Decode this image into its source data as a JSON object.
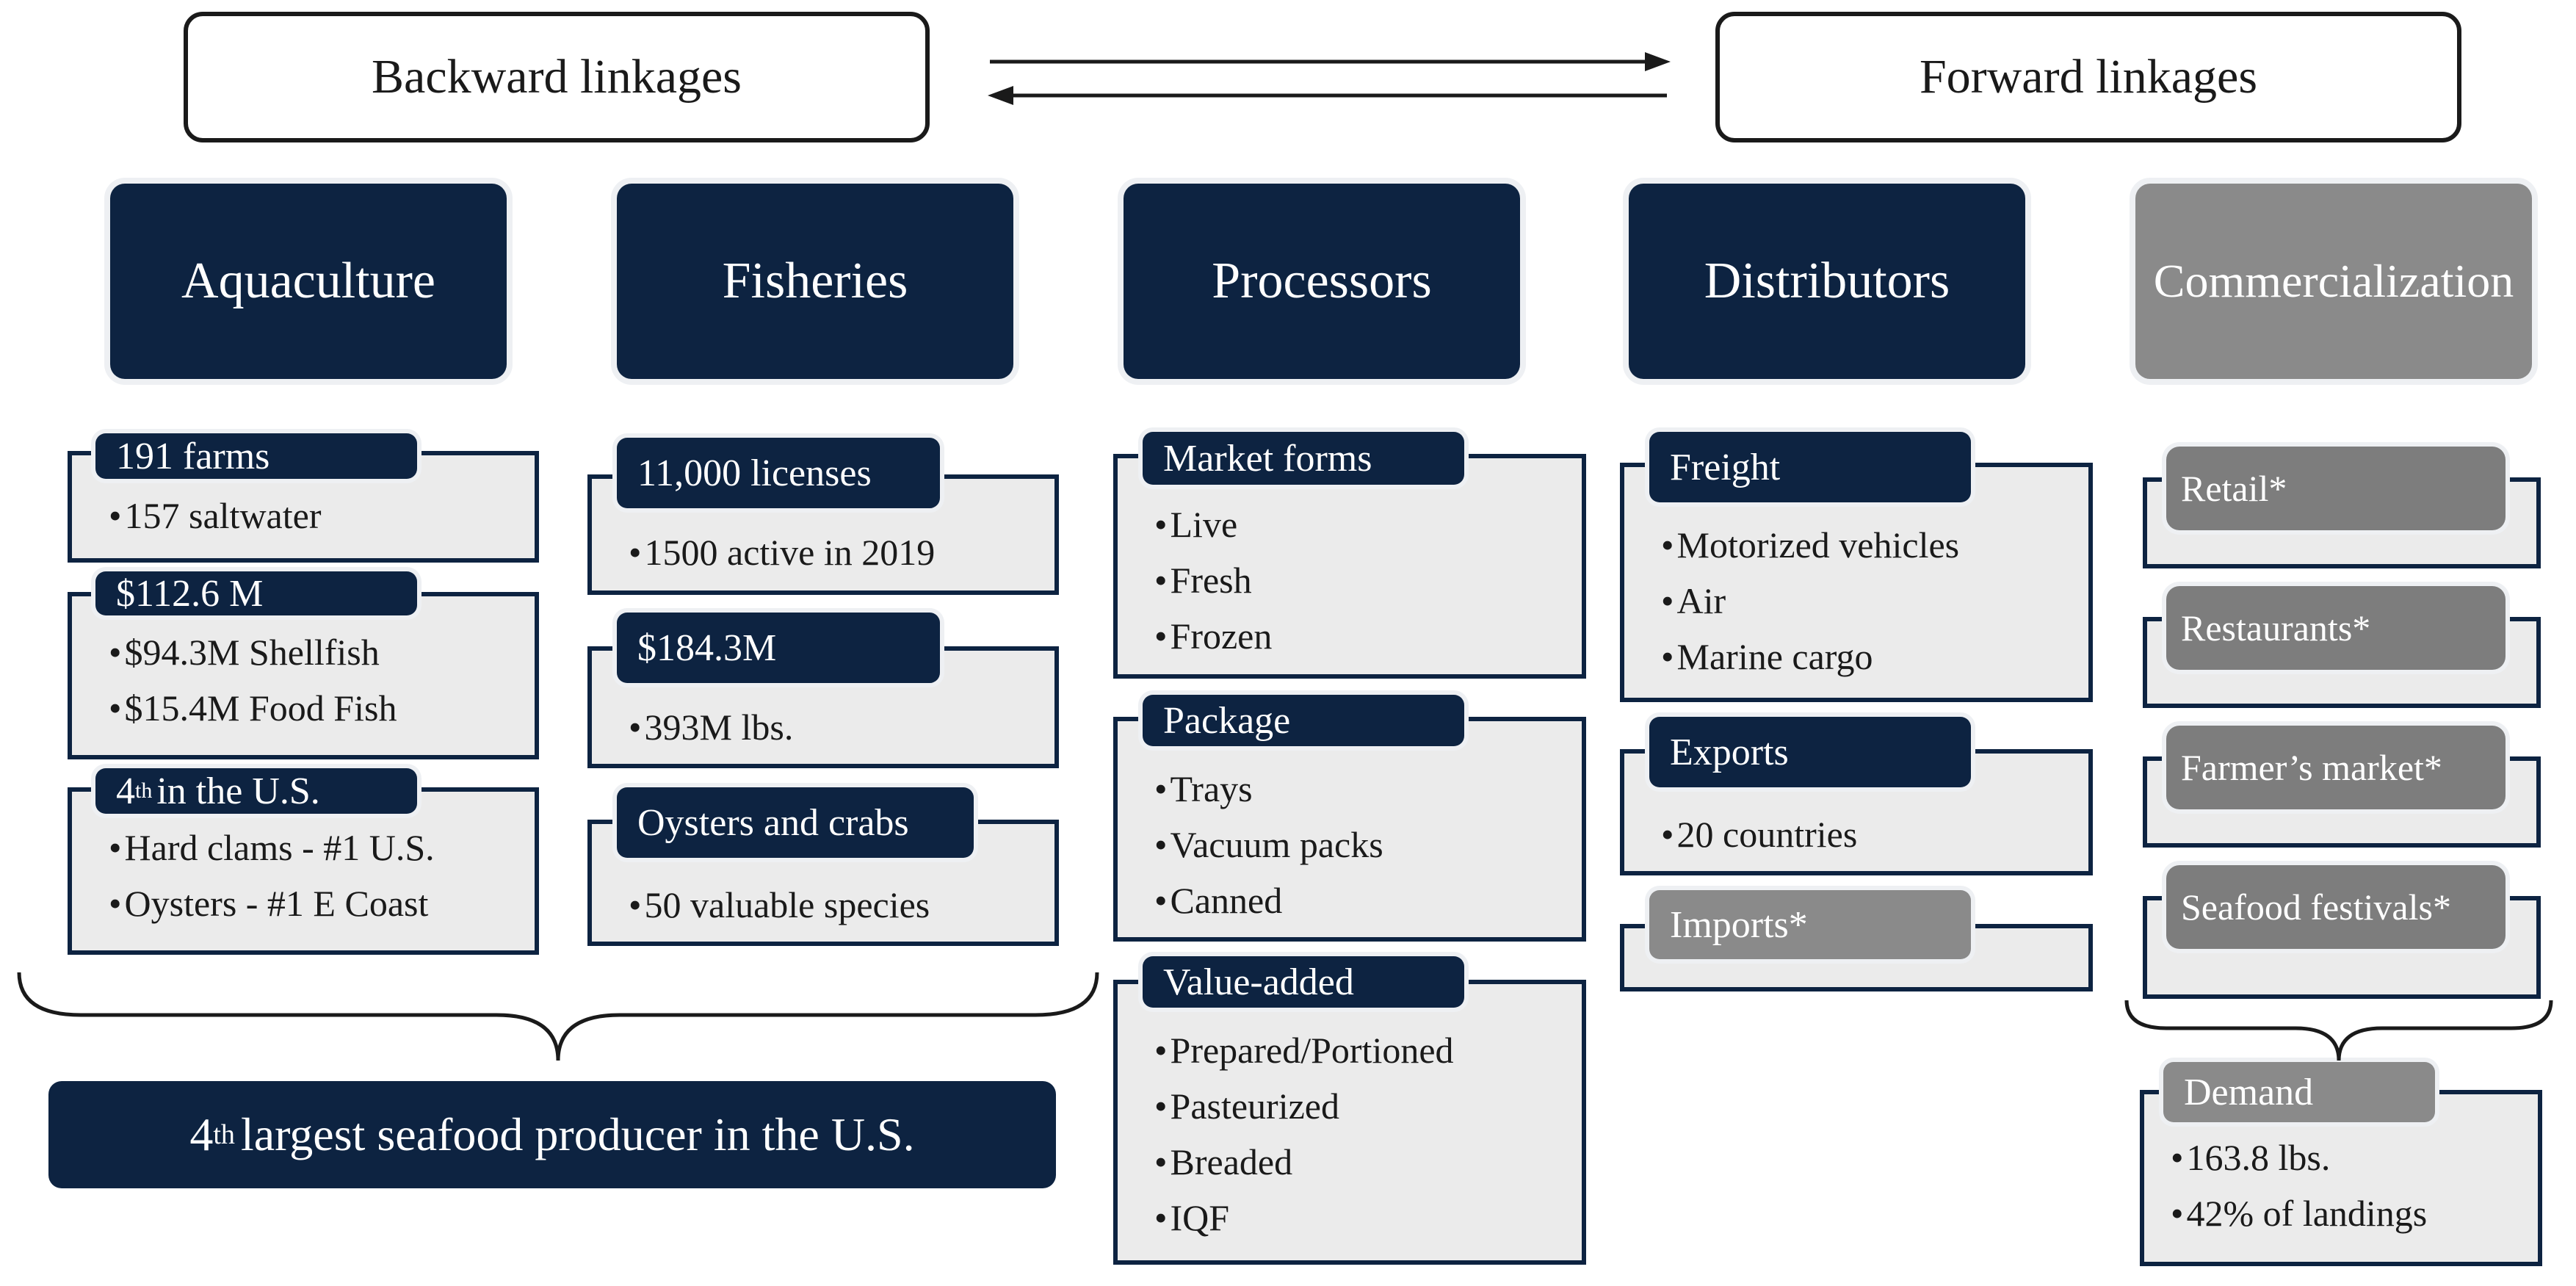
{
  "linkages": {
    "backward": "Backward linkages",
    "forward": "Forward linkages"
  },
  "columns": {
    "aquaculture": "Aquaculture",
    "fisheries": "Fisheries",
    "processors": "Processors",
    "distributors": "Distributors",
    "commercialization": "Commercialization"
  },
  "aquaculture": {
    "farms": {
      "tag": "191 farms",
      "items": [
        "157 saltwater"
      ]
    },
    "value": {
      "tag": "$112.6 M",
      "items": [
        "$94.3M Shellfish",
        "$15.4M Food Fish"
      ]
    },
    "rank": {
      "tag_number": "4",
      "tag_suffix": "th",
      "tag_rest": "in the U.S.",
      "items": [
        "Hard clams - #1 U.S.",
        "Oysters - #1 E Coast"
      ]
    }
  },
  "fisheries": {
    "licenses": {
      "tag": "11,000 licenses",
      "items": [
        "1500 active in 2019"
      ]
    },
    "value": {
      "tag": "$184.3M",
      "items": [
        "393M lbs."
      ]
    },
    "species": {
      "tag": "Oysters and crabs",
      "items": [
        "50 valuable species"
      ]
    }
  },
  "processors": {
    "market_forms": {
      "tag": "Market forms",
      "items": [
        "Live",
        "Fresh",
        "Frozen"
      ]
    },
    "package": {
      "tag": "Package",
      "items": [
        "Trays",
        "Vacuum packs",
        "Canned"
      ]
    },
    "value_added": {
      "tag": "Value-added",
      "items": [
        "Prepared/Portioned",
        "Pasteurized",
        "Breaded",
        "IQF"
      ]
    }
  },
  "distributors": {
    "freight": {
      "tag": "Freight",
      "items": [
        "Motorized vehicles",
        "Air",
        "Marine cargo"
      ]
    },
    "exports": {
      "tag": "Exports",
      "items": [
        "20 countries"
      ]
    },
    "imports": {
      "tag": "Imports*"
    }
  },
  "commercialization": {
    "items": [
      "Retail*",
      "Restaurants*",
      "Farmer’s market*",
      "Seafood festivals*"
    ],
    "demand": {
      "tag": "Demand",
      "items": [
        "163.8 lbs.",
        "42% of landings"
      ]
    }
  },
  "banner": {
    "number": "4",
    "suffix": "th",
    "rest": "largest seafood producer in the U.S."
  },
  "colors": {
    "navy": "#0d2341",
    "gray_header": "#8a8a8a",
    "gray_tag": "#7d7d7d",
    "panel_fill": "#ebebeb"
  }
}
